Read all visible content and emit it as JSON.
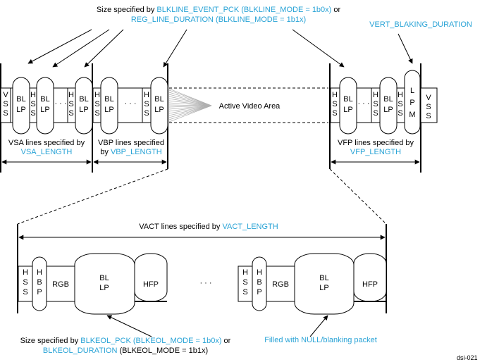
{
  "colors": {
    "accent": "#29a3d6",
    "stroke": "#000000"
  },
  "top": {
    "title1_a": "Size specified by ",
    "title1_b": "BLKLINE_EVENT_PCK (BLKLINE_MODE = 1b0x)",
    "title1_c": " or",
    "title2": "REG_LINE_DURATION (BLKLINE_MODE = 1b1x)",
    "vert_blanking": "VERT_BLAKING_DURATION",
    "vss": "VSS",
    "hss": "HSS",
    "bllp": "BLLP",
    "lpm": "LPM",
    "dots": "· · ·",
    "active_video": "Active Video Area",
    "vsa_line1": "VSA lines specified by",
    "vsa_line2": "VSA_LENGTH",
    "vbp_line1": "VBP lines specified",
    "vbp_line2_a": "by ",
    "vbp_line2_b": "VBP_LENGTH",
    "vfp_line1": "VFP lines specified by",
    "vfp_line2": "VFP_LENGTH"
  },
  "bottom": {
    "vact_a": "VACT lines specified by ",
    "vact_b": "VACT_LENGTH",
    "hss": "HSS",
    "hbp": "HBP",
    "rgb": "RGB",
    "bllp": "BLLP",
    "hfp": "HFP",
    "dots": "· · ·",
    "note1_line1_a": "Size specified by ",
    "note1_line1_b": "BLKEOL_PCK (BLKEOL_MODE = 1b0x)",
    "note1_line1_c": " or",
    "note1_line2_a": "BLKEOL_DURATION",
    "note1_line2_b": " (BLKEOL_MODE = 1b1x)",
    "note2": "Filled with NULL/blanking packet",
    "figure_id": "dsi-021"
  }
}
